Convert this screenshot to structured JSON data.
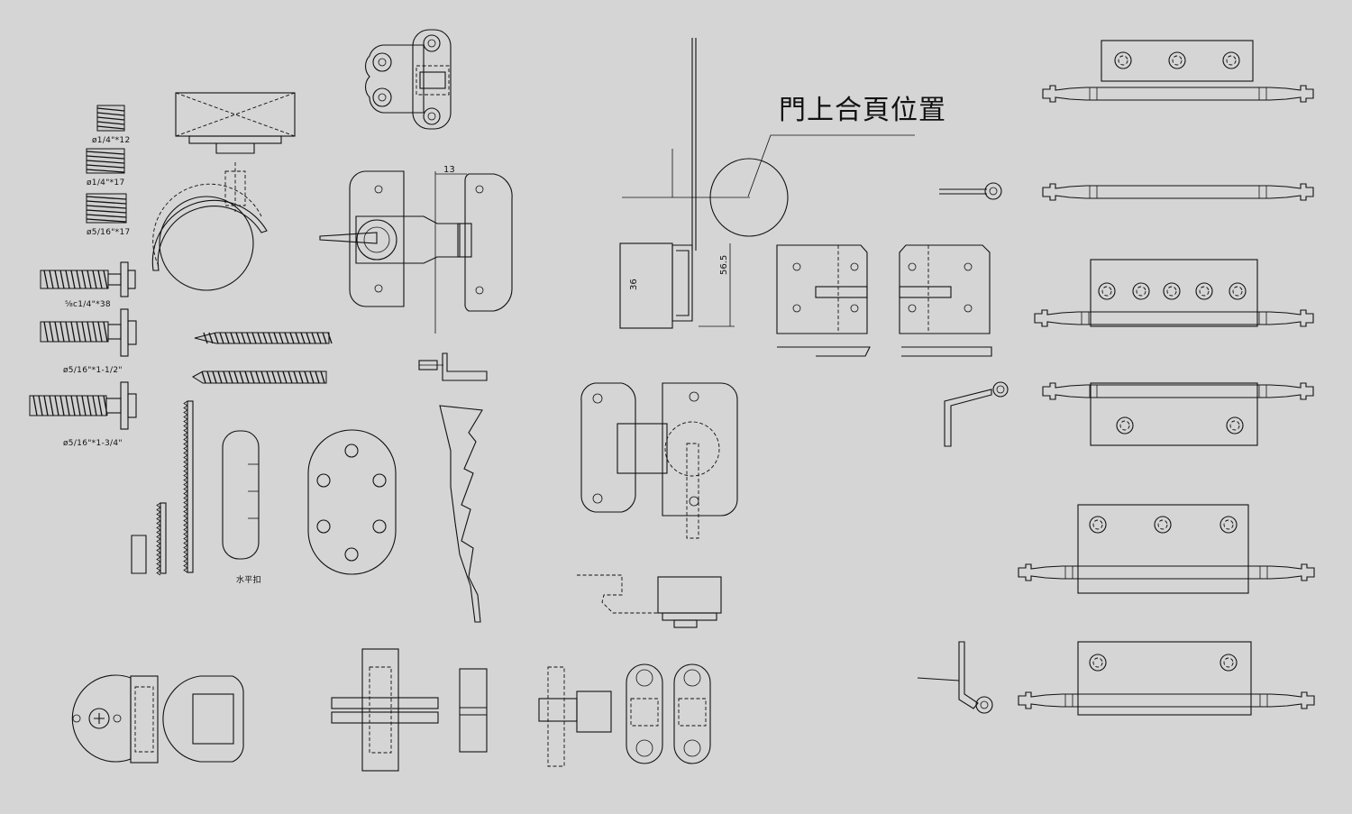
{
  "drawing": {
    "callout_text": "門上合頁位置",
    "level_clasp_label": "水平扣",
    "dimensions": {
      "latch_width": "13",
      "bracket_height": "36",
      "hinge_offset": "56.5"
    },
    "fasteners": [
      {
        "label": "ø1/4\"*12"
      },
      {
        "label": "ø1/4\"*17"
      },
      {
        "label": "ø5/16\"*17"
      },
      {
        "label": "⅝c1/4\"*38"
      },
      {
        "label": "ø5/16\"*1-1/2\""
      },
      {
        "label": "ø5/16\"*1-3/4\""
      }
    ]
  }
}
